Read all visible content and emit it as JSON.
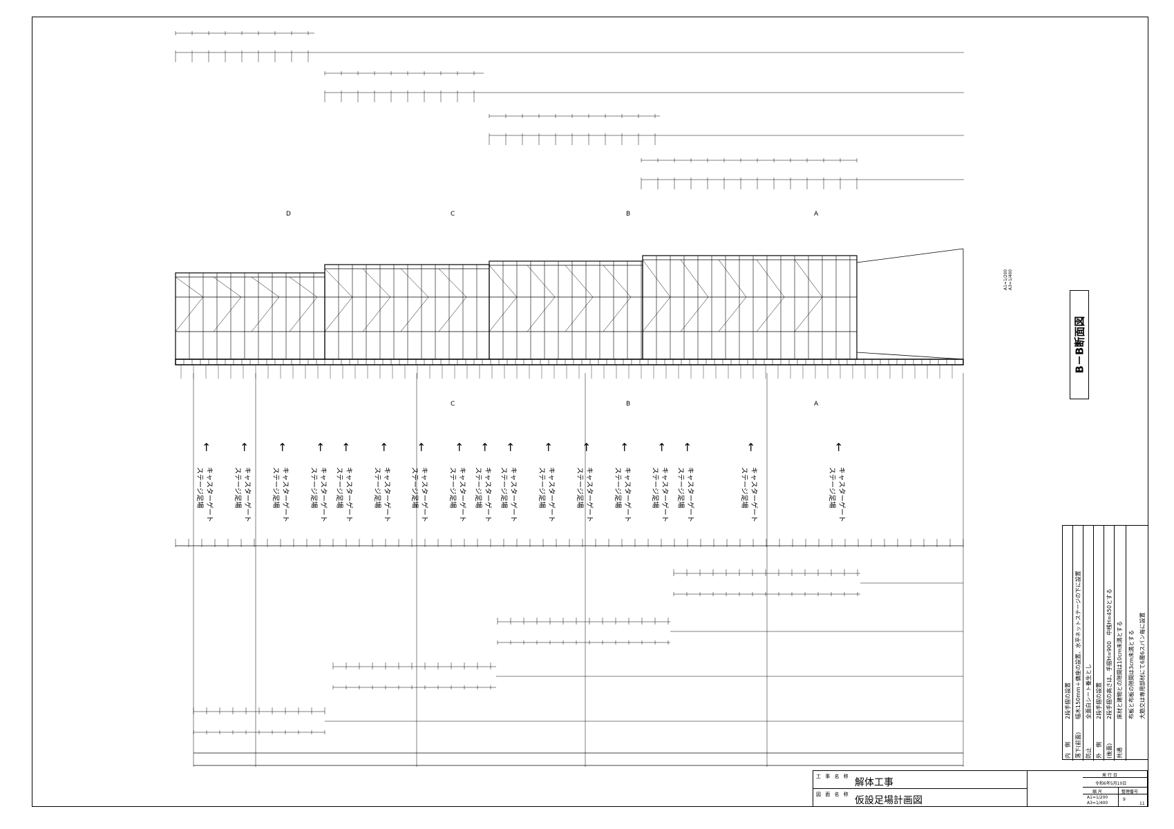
{
  "drawing": {
    "view_label": "B－B断面図",
    "scale_note_1": "A1=1/200",
    "scale_note_2": "A3=1/400",
    "section_markers": [
      "D",
      "C",
      "B",
      "A"
    ],
    "stage_label_1": "ステージ足場",
    "stage_label_2": "キャスターゲート",
    "stage_count": 17
  },
  "notes": {
    "rows": [
      {
        "key": "内　側",
        "value": "2段手摺の設置"
      },
      {
        "key": "落下(前面)",
        "value": "幅木150mm＋傭座の設置、水平ネットステージの下に設置"
      },
      {
        "key": "防止",
        "value": "全面白シート養生とし"
      },
      {
        "key": "外　側",
        "value": "2段手摺の設置"
      },
      {
        "key": "(後面)",
        "value": "2段手摺の高さは、手摺H=900　中桟H=450とする"
      },
      {
        "key": "共通",
        "value": "床材と建物との隙間は10cm未満とする"
      },
      {
        "key": "",
        "value": "布板と布板の隙間は3cm未満とする"
      },
      {
        "key": "",
        "value": "大筋交は専用部材にて6層6スパン毎に設置"
      }
    ]
  },
  "title_block": {
    "project_label": "工 事 名 称",
    "project_name": "解体工事",
    "drawing_label": "図 面 名 称",
    "drawing_name": "仮設足場計画図",
    "issue_label": "発 行 日",
    "issue_date": "令和6年5月10日",
    "scale_label": "縮 尺",
    "scale_a1": "A1=1/200",
    "scale_a3": "A3=1/400",
    "sheet_label": "整理番号",
    "sheet_no": "9",
    "sheet_total": "11"
  }
}
